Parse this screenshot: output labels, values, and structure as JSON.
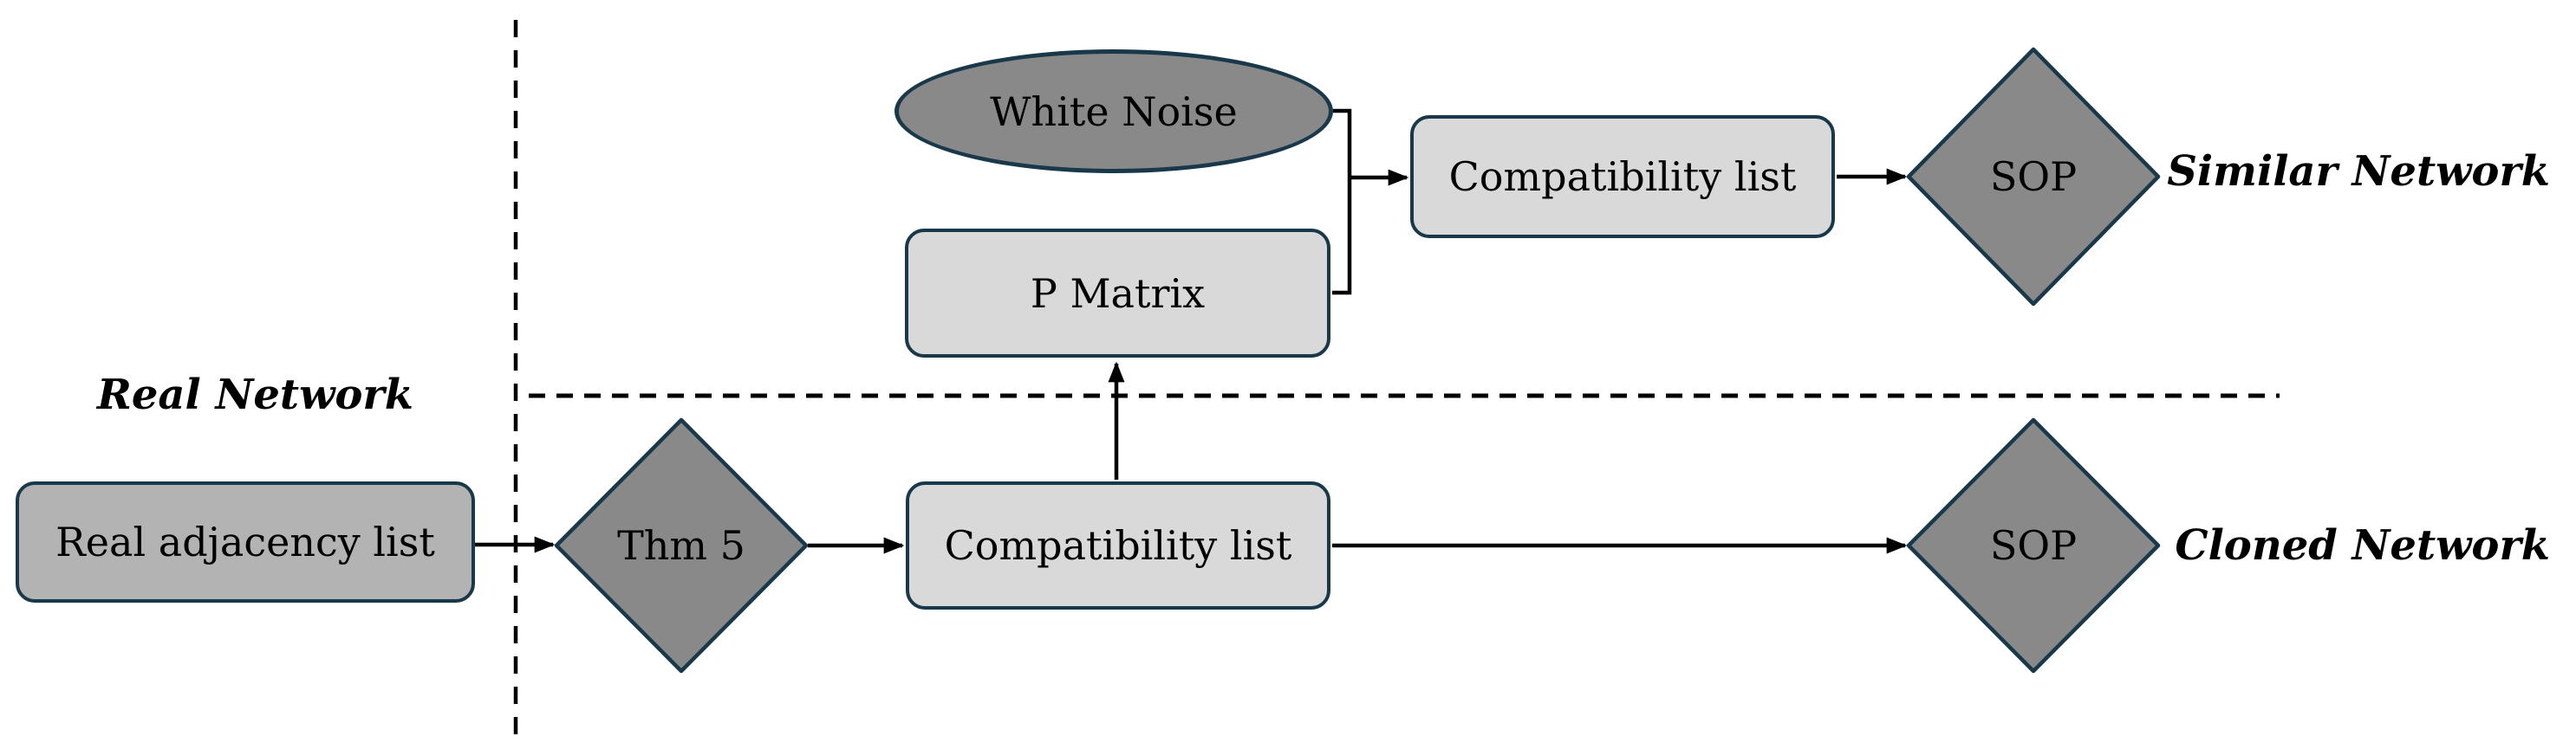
{
  "canvas": {
    "background": "#ffffff"
  },
  "colors": {
    "shape_border": "#19384a",
    "dark_gray_fill": "#898989",
    "medium_gray_fill": "#b3b3b3",
    "light_gray_fill": "#d9d9d9",
    "line_color": "#000000",
    "text_color": "#000000"
  },
  "regions": {
    "real_network": {
      "label": "Real Network"
    },
    "similar_network": {
      "label": "Similar Network"
    },
    "cloned_network": {
      "label": "Cloned Network"
    }
  },
  "nodes": {
    "real_adjacency_list": {
      "label": "Real adjacency list",
      "shape": "rounded-rect"
    },
    "thm5": {
      "label": "Thm 5",
      "shape": "diamond"
    },
    "compatibility_bottom": {
      "label": "Compatibility list",
      "shape": "rounded-rect"
    },
    "p_matrix": {
      "label": "P Matrix",
      "shape": "rounded-rect"
    },
    "white_noise": {
      "label": "White Noise",
      "shape": "ellipse"
    },
    "compatibility_top": {
      "label": "Compatibility list",
      "shape": "rounded-rect"
    },
    "sop_top": {
      "label": "SOP",
      "shape": "diamond"
    },
    "sop_bottom": {
      "label": "SOP",
      "shape": "diamond"
    }
  },
  "edges": [
    {
      "from": "real_adjacency_list",
      "to": "thm5"
    },
    {
      "from": "thm5",
      "to": "compatibility_bottom"
    },
    {
      "from": "compatibility_bottom",
      "to": "p_matrix"
    },
    {
      "from": "compatibility_bottom",
      "to": "sop_bottom"
    },
    {
      "from": "white_noise",
      "to": "compatibility_top"
    },
    {
      "from": "p_matrix",
      "to": "compatibility_top"
    },
    {
      "from": "compatibility_top",
      "to": "sop_top"
    }
  ]
}
